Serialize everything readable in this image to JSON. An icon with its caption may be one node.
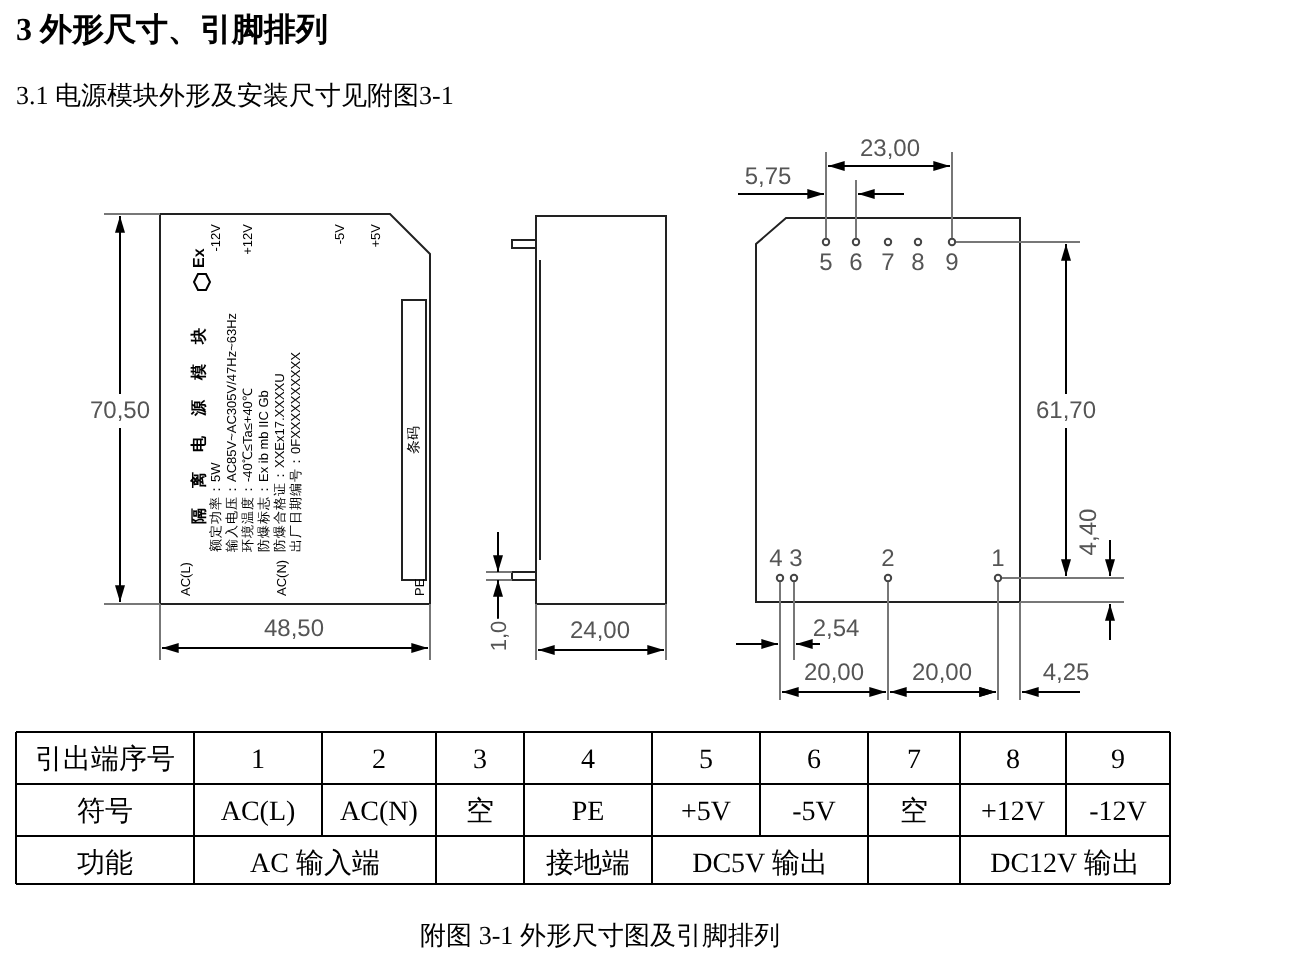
{
  "diagram": {
    "title": "3 外形尺寸、引脚排列",
    "caption": "附图 3-1 外形尺寸图及引脚排列",
    "labels": [
      "3.1 电源模块外形及安装尺寸见附图3-1",
      "AC(L)",
      "AC(N)",
      "PE",
      "隔离电源模块",
      "Ex",
      "额定功率：5W",
      "输入电压：AC85V~AC305V/47Hz~63Hz",
      "环境温度：-40℃≤Ta≤+40℃",
      "防爆标志：Ex ib mb IIC Gb",
      "防爆合格证：XXEx17.XXXXU",
      "出厂日期编号：0FXXXXXXXXXX",
      "条码",
      "-12V",
      "+12V",
      "-5V",
      "+5V",
      "70,50",
      "48,50",
      "1,0",
      "24,00",
      "5,75",
      "23,00",
      "61,70",
      "4,40",
      "2,54",
      "20,00",
      "20,00",
      "4,25",
      "5",
      "6",
      "7",
      "8",
      "9",
      "4",
      "3",
      "2",
      "1",
      "引出端序号",
      "1",
      "2",
      "3",
      "4",
      "5",
      "6",
      "7",
      "8",
      "9",
      "符号",
      "AC(L)",
      "AC(N)",
      "空",
      "PE",
      "+5V",
      "-5V",
      "空",
      "+12V",
      "-12V",
      "功能",
      "AC 输入端",
      "接地端",
      "DC5V 输出",
      "DC12V 输出"
    ]
  }
}
